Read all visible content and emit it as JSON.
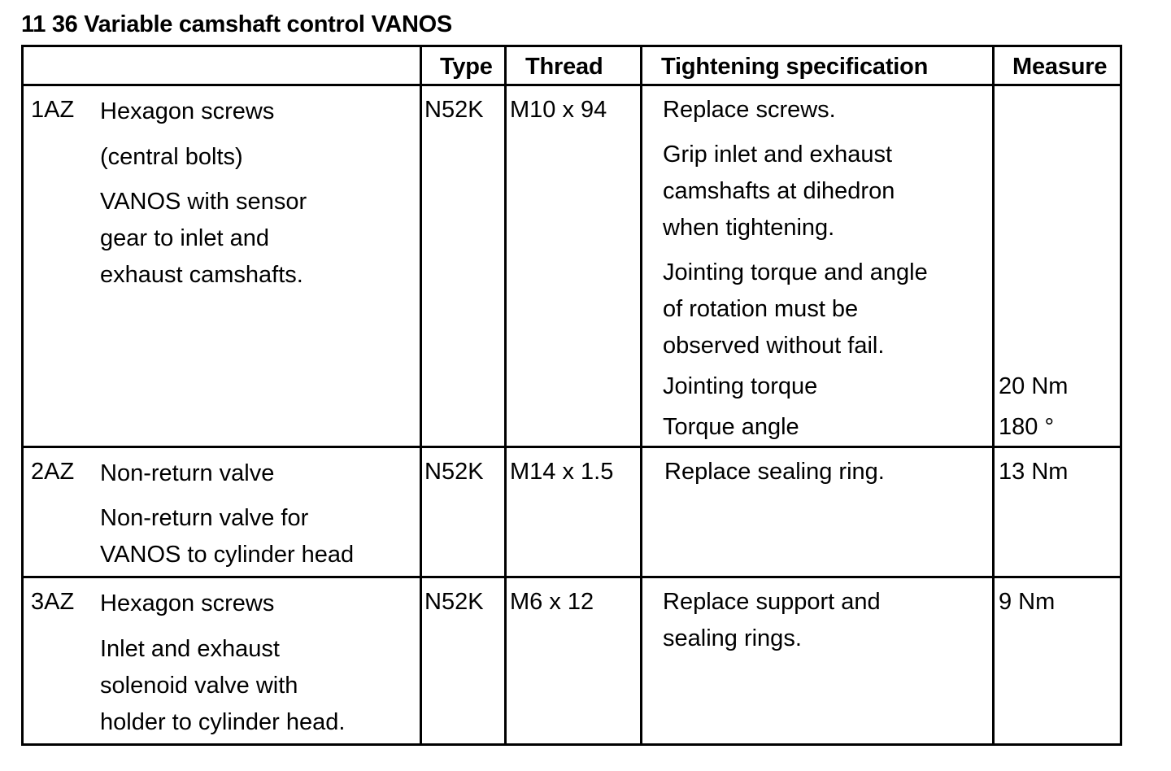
{
  "title": "11 36 Variable camshaft control VANOS",
  "headers": {
    "type": "Type",
    "thread": "Thread",
    "spec": "Tightening specification",
    "measure": "Measure"
  },
  "rows": [
    {
      "code": "1AZ",
      "desc": [
        "Hexagon screws",
        "(central bolts)",
        "VANOS with sensor",
        "gear to inlet and",
        "exhaust camshafts."
      ],
      "type": "N52K",
      "thread": "M10 x 94",
      "spec": [
        "Replace screws.",
        "Grip inlet and exhaust",
        "camshafts at dihedron",
        "when tightening.",
        "Jointing torque and angle",
        "of rotation must be",
        "observed without fail.",
        "Jointing torque",
        "Torque angle"
      ],
      "measure": [
        "20 Nm",
        "180 °"
      ]
    },
    {
      "code": "2AZ",
      "desc": [
        "Non-return valve",
        "Non-return valve for",
        "VANOS to cylinder head"
      ],
      "type": "N52K",
      "thread": "M14 x 1.5",
      "spec": [
        "Replace sealing ring."
      ],
      "measure": [
        "13 Nm"
      ]
    },
    {
      "code": "3AZ",
      "desc": [
        "Hexagon screws",
        "Inlet and exhaust",
        "solenoid valve with",
        "holder to cylinder head."
      ],
      "type": "N52K",
      "thread": "M6 x 12",
      "spec": [
        "Replace support and",
        "sealing rings."
      ],
      "measure": [
        "9 Nm"
      ]
    }
  ]
}
